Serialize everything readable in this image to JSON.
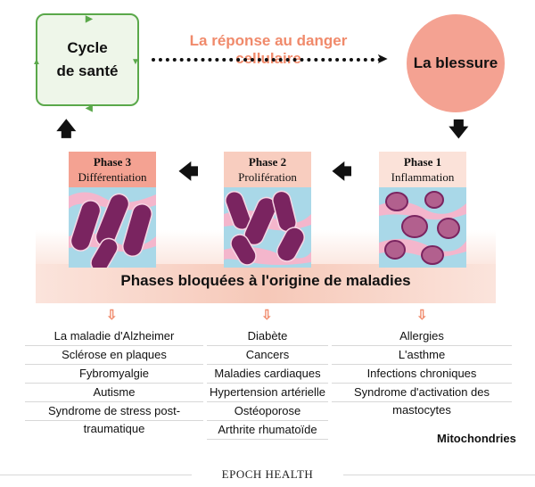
{
  "top": {
    "cycle_line1": "Cycle",
    "cycle_line2": "de santé",
    "danger_label": "La réponse au danger cellulaire",
    "injury_label": "La blessure"
  },
  "phases": [
    {
      "name": "Phase 3",
      "desc": "Différentiation"
    },
    {
      "name": "Phase 2",
      "desc": "Prolifération"
    },
    {
      "name": "Phase 1",
      "desc": "Inflammation"
    }
  ],
  "blocked_title": "Phases bloquées à l'origine de maladies",
  "lists": {
    "phase3": [
      "La maladie d'Alzheimer",
      "Sclérose en plaques",
      "Fybromyalgie",
      "Autisme",
      "Syndrome de stress post-traumatique"
    ],
    "phase2": [
      "Diabète",
      "Cancers",
      "Maladies cardiaques",
      "Hypertension artérielle",
      "Ostéoporose",
      "Arthrite rhumatoïde"
    ],
    "phase1": [
      "Allergies",
      "L'asthme",
      "Infections chroniques",
      "Syndrome d'activation des mastocytes"
    ]
  },
  "mitochondria_label": "Mitochondries",
  "footer": "EPOCH HEALTH",
  "colors": {
    "green": "#5aa84a",
    "salmon": "#f4a292",
    "orange_text": "#f08a6b",
    "tile_blue": "#a9d8e8",
    "mito_purple": "#7a2460"
  }
}
